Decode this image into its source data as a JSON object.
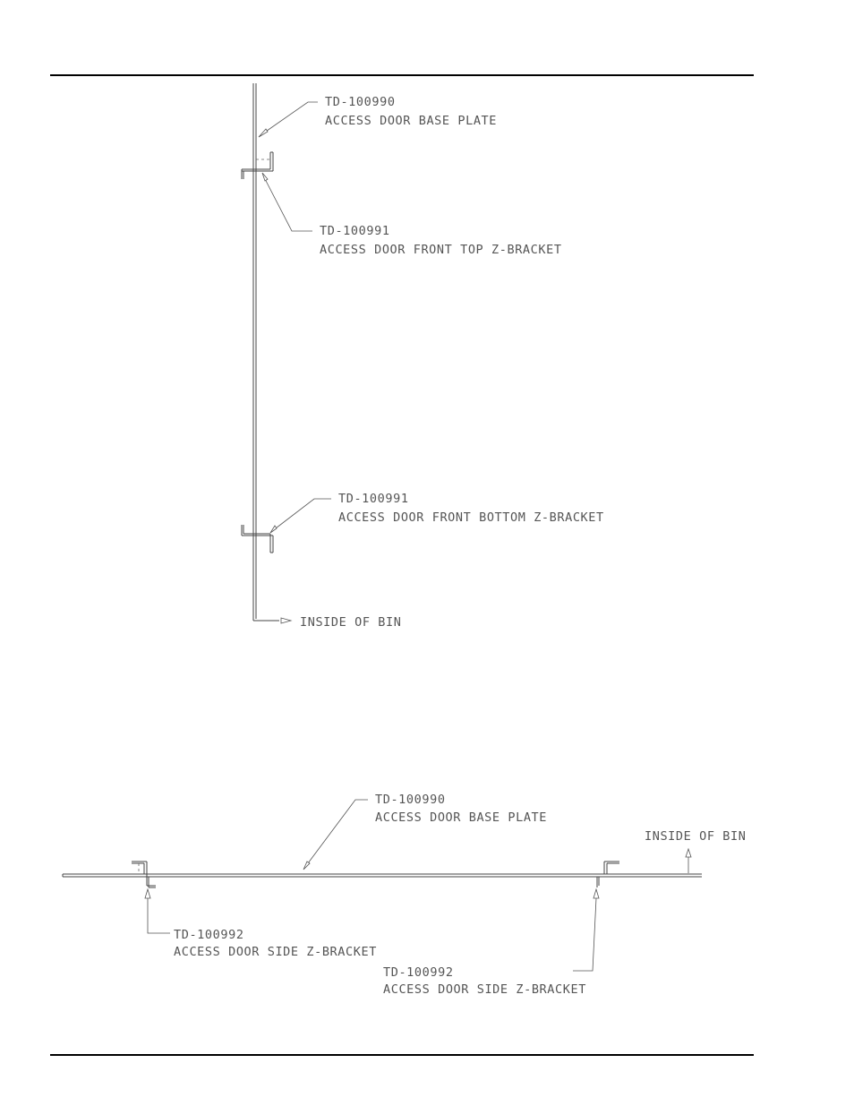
{
  "labels": {
    "side_base_plate": {
      "part": "TD-100990",
      "desc": "ACCESS DOOR BASE PLATE"
    },
    "side_top_bracket": {
      "part": "TD-100991",
      "desc": "ACCESS DOOR FRONT TOP Z-BRACKET"
    },
    "side_bottom_bracket": {
      "part": "TD-100991",
      "desc": "ACCESS DOOR FRONT BOTTOM Z-BRACKET"
    },
    "side_inside_bin": "INSIDE OF BIN",
    "plan_base_plate": {
      "part": "TD-100990",
      "desc": "ACCESS DOOR BASE PLATE"
    },
    "plan_inside_bin": "INSIDE OF BIN",
    "plan_left_bracket": {
      "part": "TD-100992",
      "desc": "ACCESS DOOR SIDE Z-BRACKET"
    },
    "plan_right_bracket": {
      "part": "TD-100992",
      "desc": "ACCESS DOOR SIDE Z-BRACKET"
    }
  }
}
